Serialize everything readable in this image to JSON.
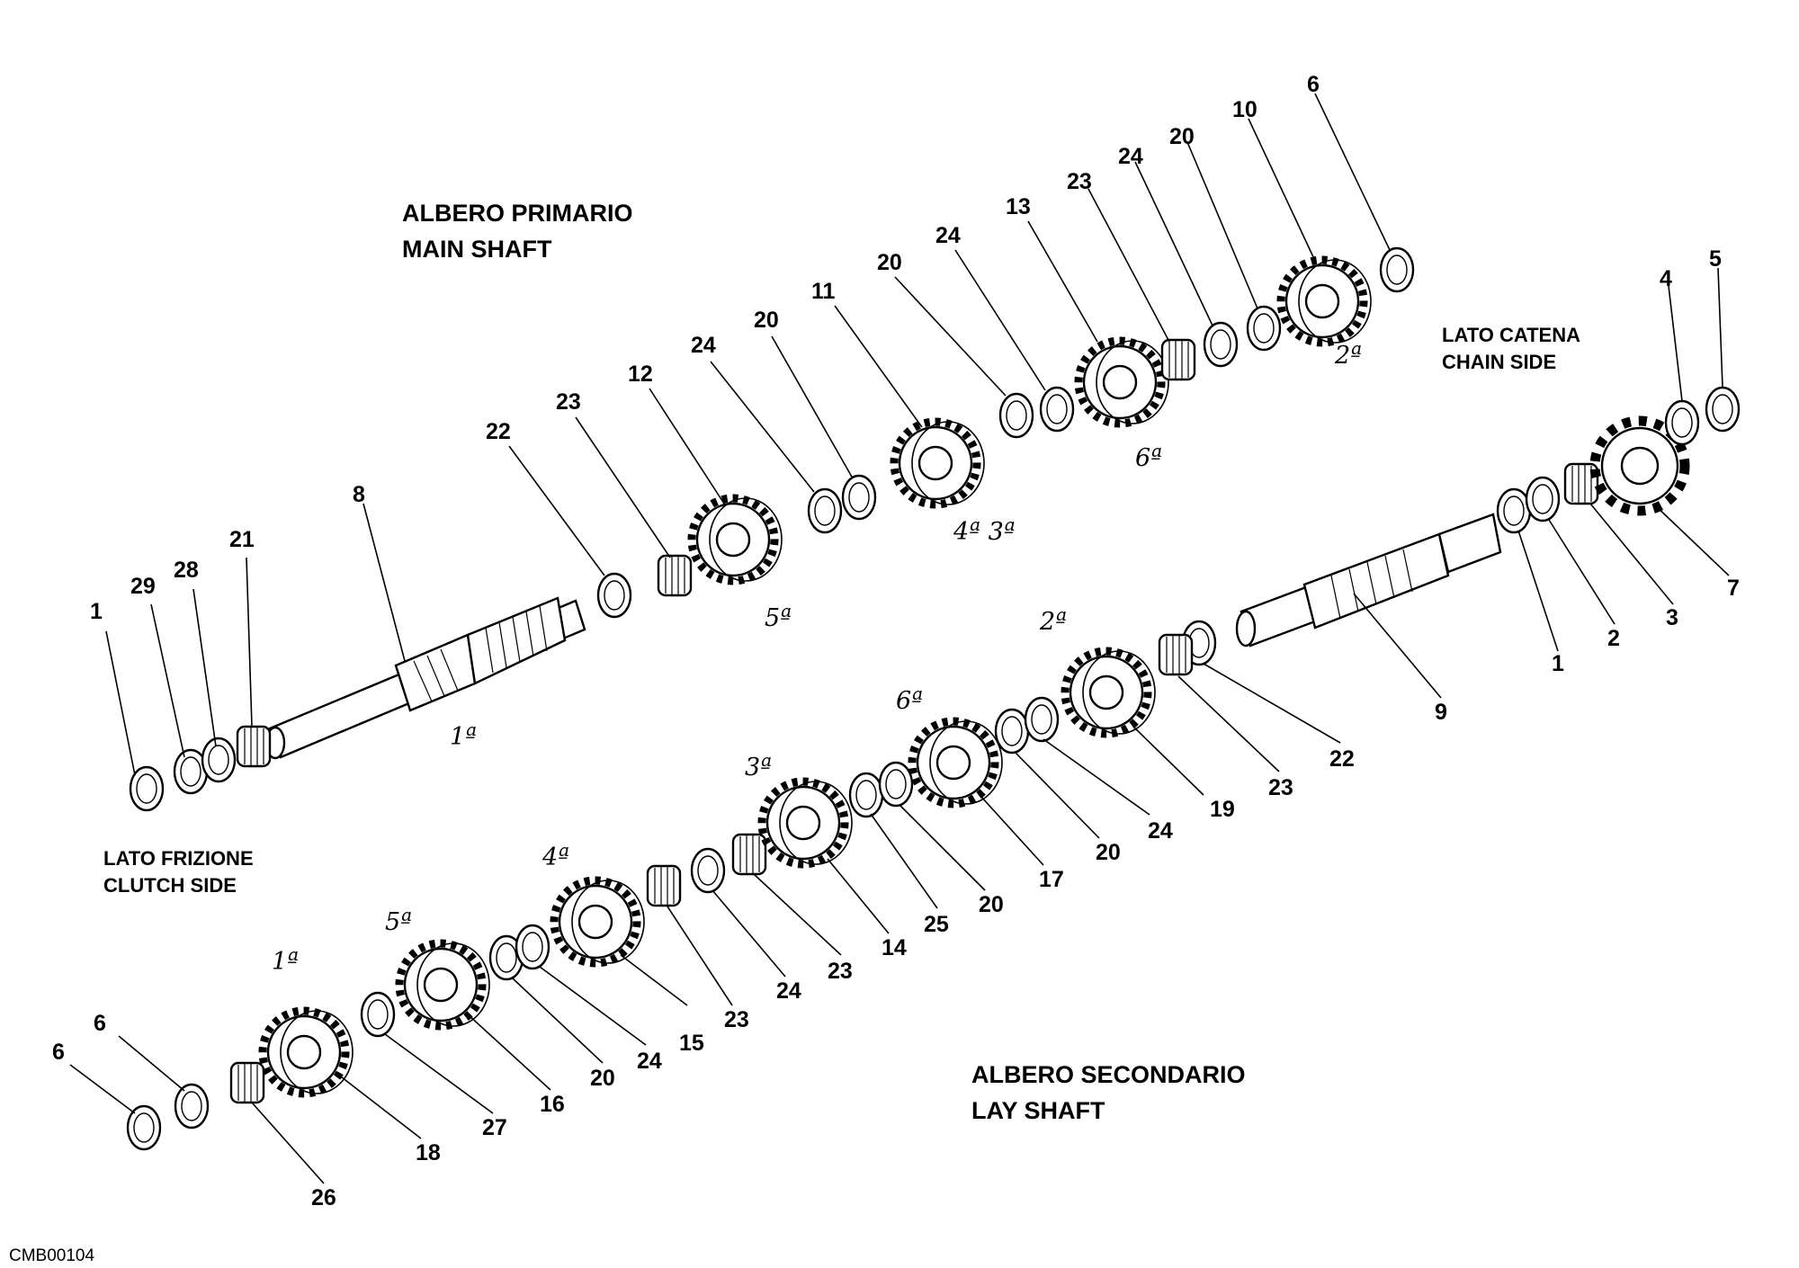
{
  "headings": {
    "main_shaft_it": "ALBERO PRIMARIO",
    "main_shaft_en": "MAIN SHAFT",
    "lay_shaft_it": "ALBERO SECONDARIO",
    "lay_shaft_en": "LAY SHAFT",
    "chain_side_it": "LATO CATENA",
    "chain_side_en": "CHAIN SIDE",
    "clutch_side_it": "LATO FRIZIONE",
    "clutch_side_en": "CLUTCH SIDE"
  },
  "drawing_code": "CMB00104",
  "gear_labels": {
    "main": [
      "1ª",
      "5ª",
      "4ª 3ª",
      "6ª",
      "2ª"
    ],
    "lay": [
      "1ª",
      "5ª",
      "4ª",
      "3ª",
      "6ª",
      "2ª"
    ]
  },
  "callouts": {
    "main": [
      "1",
      "29",
      "28",
      "21",
      "8",
      "22",
      "23",
      "12",
      "24",
      "20",
      "11",
      "20",
      "24",
      "13",
      "23",
      "24",
      "20",
      "10",
      "6"
    ],
    "chain": [
      "4",
      "5",
      "7",
      "3",
      "2",
      "1",
      "9",
      "22",
      "23"
    ],
    "lay": [
      "6",
      "6",
      "26",
      "18",
      "27",
      "16",
      "20",
      "24",
      "15",
      "23",
      "24",
      "23",
      "14",
      "25",
      "20",
      "17",
      "20",
      "24",
      "19"
    ]
  },
  "icons": [
    "washer-icon",
    "circlip-icon",
    "needle-bearing-icon",
    "gear-icon",
    "shaft-icon",
    "sprocket-icon"
  ]
}
